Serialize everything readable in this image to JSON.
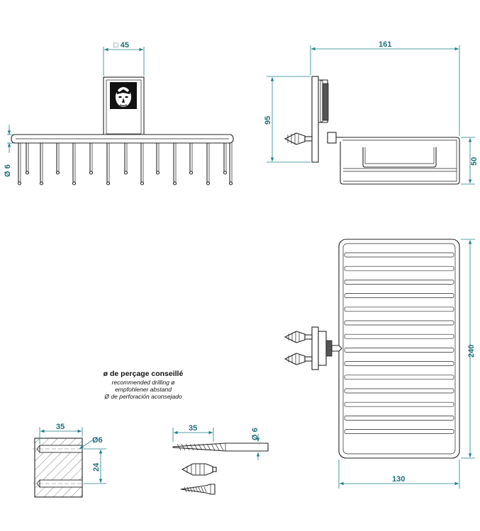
{
  "dimensions": {
    "plate_square": "□ 45",
    "rod_diameter": "Ø 6",
    "depth": "161",
    "height": "95",
    "basket_height": "50",
    "length": "240",
    "width": "130",
    "drill_depth": "35",
    "hole_diameter": "Ø6",
    "hole_spacing": "24",
    "bit_length": "35",
    "bit_diameter": "Ø 6"
  },
  "drilling_note": {
    "fr": "ø de perçage conseillé",
    "en": "recommended drilling ø",
    "de": "empfohlener abstand",
    "es": "Ø de perforación aconsejado"
  },
  "colors": {
    "dimension": "#1f7f86",
    "outline": "#222222"
  }
}
